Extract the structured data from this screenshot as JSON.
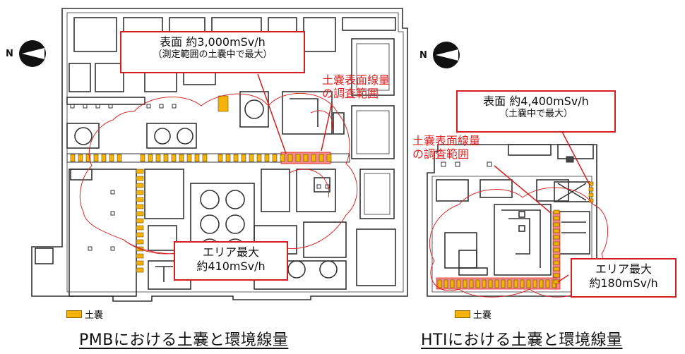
{
  "pmb": {
    "north": "N",
    "callout_surface_line1": "表面 約3,000mSv/h",
    "callout_surface_line2": "（測定範囲の土嚢中で最大）",
    "survey_line1": "土嚢表面線量",
    "survey_line2": "の調査範囲",
    "callout_area_line1": "エリア最大",
    "callout_area_line2": "約410mSv/h",
    "legend_label": "土嚢",
    "caption": "PMBにおける土嚢と環境線量"
  },
  "hti": {
    "north": "N",
    "callout_surface_line1": "表面 約4,400mSv/h",
    "callout_surface_line2": "（土嚢中で最大）",
    "survey_line1": "土嚢表面線量",
    "survey_line2": "の調査範囲",
    "callout_area_line1": "エリア最大",
    "callout_area_line2": "約180mSv/h",
    "legend_label": "土嚢",
    "caption": "HTIにおける土嚢と環境線量"
  },
  "colors": {
    "sandbag": "#f4b20a",
    "callout_border": "#d31f1f",
    "survey_text": "#e02020",
    "survey_fill": "#f28a8a"
  }
}
